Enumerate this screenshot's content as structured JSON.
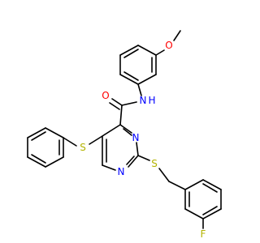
{
  "molecule": {
    "atoms": {
      "O_methoxy": {
        "label": "O",
        "color": "#ff0000"
      },
      "O_carbonyl": {
        "label": "O",
        "color": "#ff0000"
      },
      "NH": {
        "label": "N",
        "sublabel": "H",
        "color": "#0000ff"
      },
      "N_ring_upper": {
        "label": "N",
        "color": "#0000ff"
      },
      "N_ring_lower": {
        "label": "N",
        "color": "#0000ff"
      },
      "S_phenyl": {
        "label": "S",
        "color": "#b3b300"
      },
      "S_benzyl": {
        "label": "S",
        "color": "#b3b300"
      },
      "F": {
        "label": "F",
        "color": "#b3b300"
      }
    },
    "bond_color": "#000000"
  }
}
